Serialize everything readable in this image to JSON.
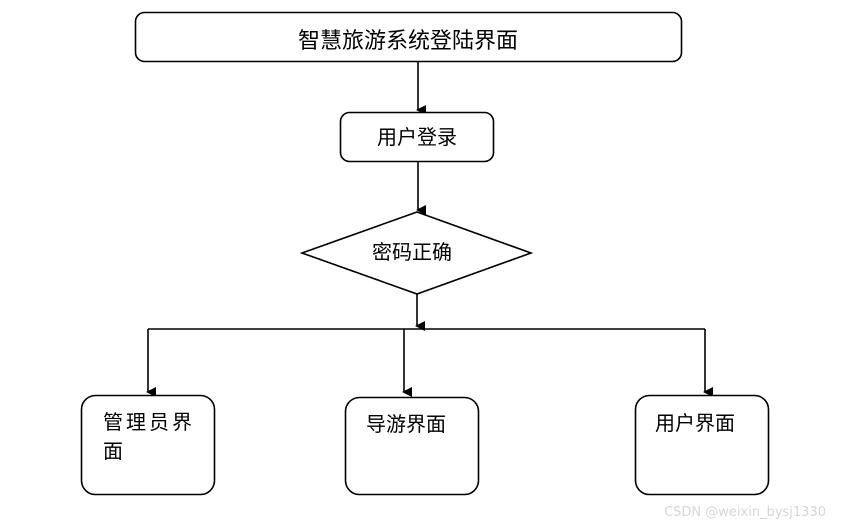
{
  "diagram": {
    "title": "智慧旅游系统登陆界面",
    "login": "用户登录",
    "decision": "密码正确",
    "admin_line1": "管理员界",
    "admin_line2": "面",
    "guide": "导游界面",
    "user": "用户界面"
  },
  "watermark": "CSDN @weixin_bysj1330",
  "colors": {
    "stroke": "#000000",
    "background": "#ffffff",
    "watermark": "#d6d6d6"
  }
}
